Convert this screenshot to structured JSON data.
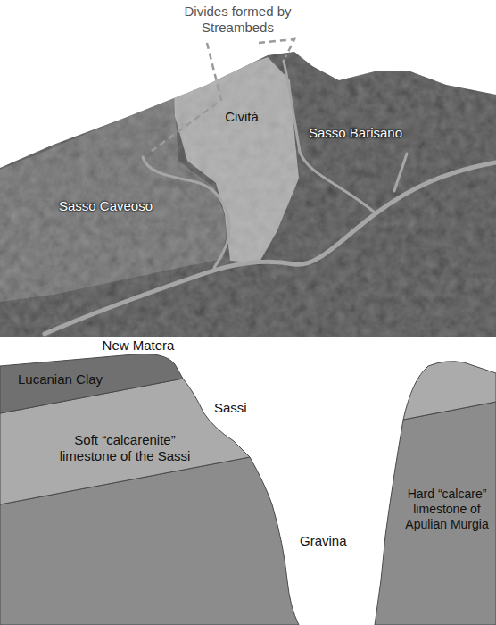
{
  "diagram": {
    "labels": [
      "Divides formed by Streambeds",
      "Civitá",
      "Sasso Barisano",
      "Sasso Caveoso",
      "New Matera",
      "Lucanian Clay",
      "Sassi",
      "Soft “calcarenite” limestone of the Sassi",
      "Gravina",
      "Hard “calcare” limestone of Apulian Murgia"
    ]
  }
}
